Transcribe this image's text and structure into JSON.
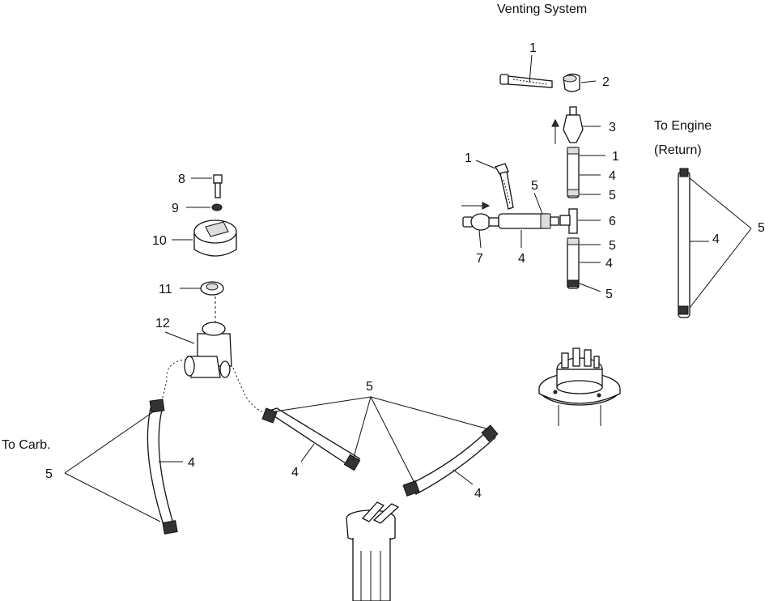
{
  "labels": {
    "venting_system": "Venting System",
    "to_engine": "To Engine",
    "return": "(Return)",
    "to_carb": "To Carb."
  },
  "callouts": {
    "c1a": "1",
    "c2": "2",
    "c3": "3",
    "c1b": "1",
    "c4a": "4",
    "c5a": "5",
    "c1c": "1",
    "c5b": "5",
    "c6": "6",
    "c7": "7",
    "c4b": "4",
    "c5c": "5",
    "c4c": "4",
    "c5d": "5",
    "c5e": "5",
    "c4d": "4",
    "c8": "8",
    "c9": "9",
    "c10": "10",
    "c11": "11",
    "c12": "12",
    "c5f": "5",
    "c4e": "4",
    "c5g": "5",
    "c4f": "4",
    "c4g": "4"
  }
}
